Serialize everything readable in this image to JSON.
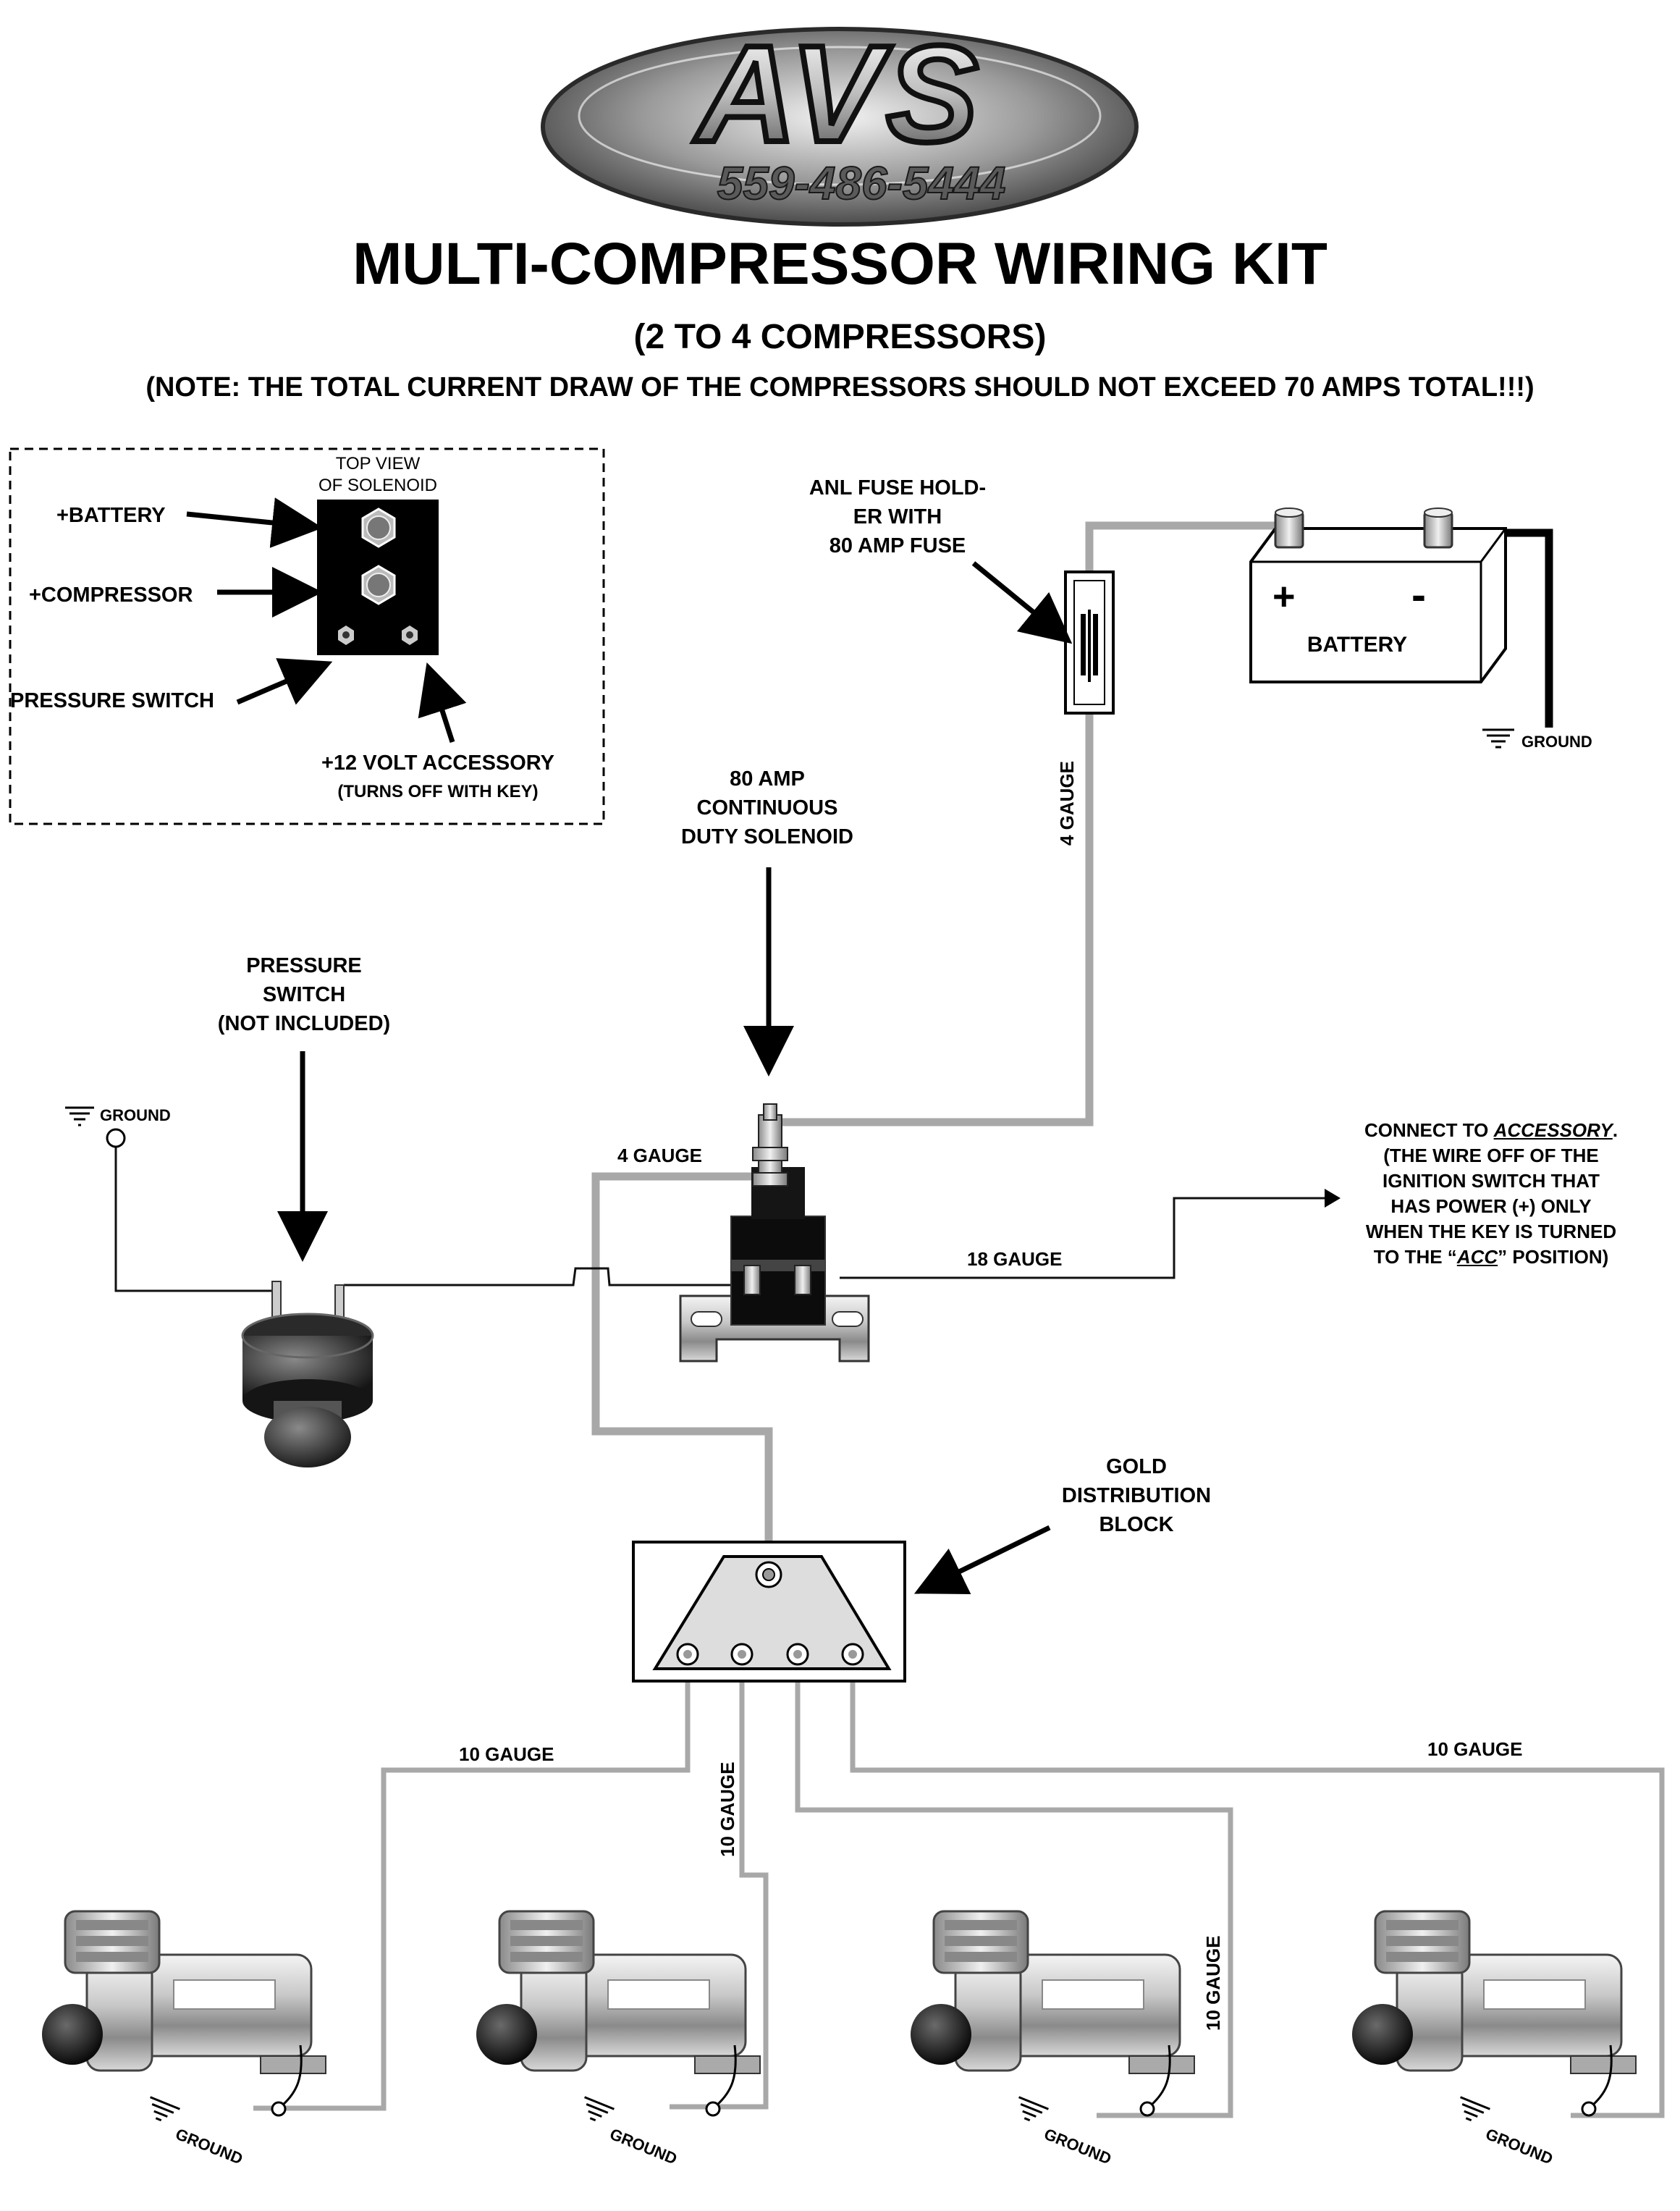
{
  "logo": {
    "brand": "AVS",
    "phone": "559-486-5444"
  },
  "header": {
    "title": "MULTI-COMPRESSOR WIRING KIT",
    "subtitle": "(2 TO 4 COMPRESSORS)",
    "note": "(NOTE:  THE TOTAL CURRENT DRAW OF THE COMPRESSORS SHOULD NOT EXCEED 70 AMPS TOTAL!!!)"
  },
  "solenoid_top_view": {
    "title_line1": "TOP VIEW",
    "title_line2": "OF SOLENOID",
    "battery": "+BATTERY",
    "compressor": "+COMPRESSOR",
    "pressure_switch": "PRESSURE SWITCH",
    "accessory": "+12 VOLT ACCESSORY",
    "accessory_note": "(TURNS OFF WITH KEY)"
  },
  "fuse_holder": {
    "line1": "ANL FUSE HOLD-",
    "line2": "ER WITH",
    "line3": "80 AMP FUSE"
  },
  "battery": {
    "label": "BATTERY",
    "plus": "+",
    "minus": "-",
    "ground": "GROUND"
  },
  "solenoid_label": {
    "line1": "80 AMP",
    "line2": "CONTINUOUS",
    "line3": "DUTY SOLENOID"
  },
  "pressure_switch_label": {
    "line1": "PRESSURE",
    "line2": "SWITCH",
    "line3": "(NOT INCLUDED)",
    "ground": "GROUND"
  },
  "accessory_note": {
    "line1_prefix": "CONNECT TO ",
    "line1_emph": "ACCESSORY",
    "line1_suffix": ".",
    "line2": "(THE WIRE OFF OF THE",
    "line3": "IGNITION SWITCH THAT",
    "line4": "HAS POWER (+) ONLY",
    "line5": "WHEN THE KEY IS TURNED",
    "line6_prefix": "TO THE “",
    "line6_emph": "ACC",
    "line6_suffix": "” POSITION)"
  },
  "gauges": {
    "battery_to_solenoid": "4 GAUGE",
    "solenoid_to_block": "4 GAUGE",
    "accessory_wire": "18 GAUGE",
    "comp1": "10 GAUGE",
    "comp2": "10 GAUGE",
    "comp3": "10 GAUGE",
    "comp4": "10 GAUGE"
  },
  "distribution_block": {
    "line1": "GOLD",
    "line2": "DISTRIBUTION",
    "line3": "BLOCK"
  },
  "compressors": [
    {
      "ground": "GROUND"
    },
    {
      "ground": "GROUND"
    },
    {
      "ground": "GROUND"
    },
    {
      "ground": "GROUND"
    }
  ],
  "colors": {
    "wire_heavy": "#a8a8a8",
    "wire_thin": "#222222",
    "logo_dark": "#1a1a1a",
    "logo_mid": "#7a7a7a"
  }
}
